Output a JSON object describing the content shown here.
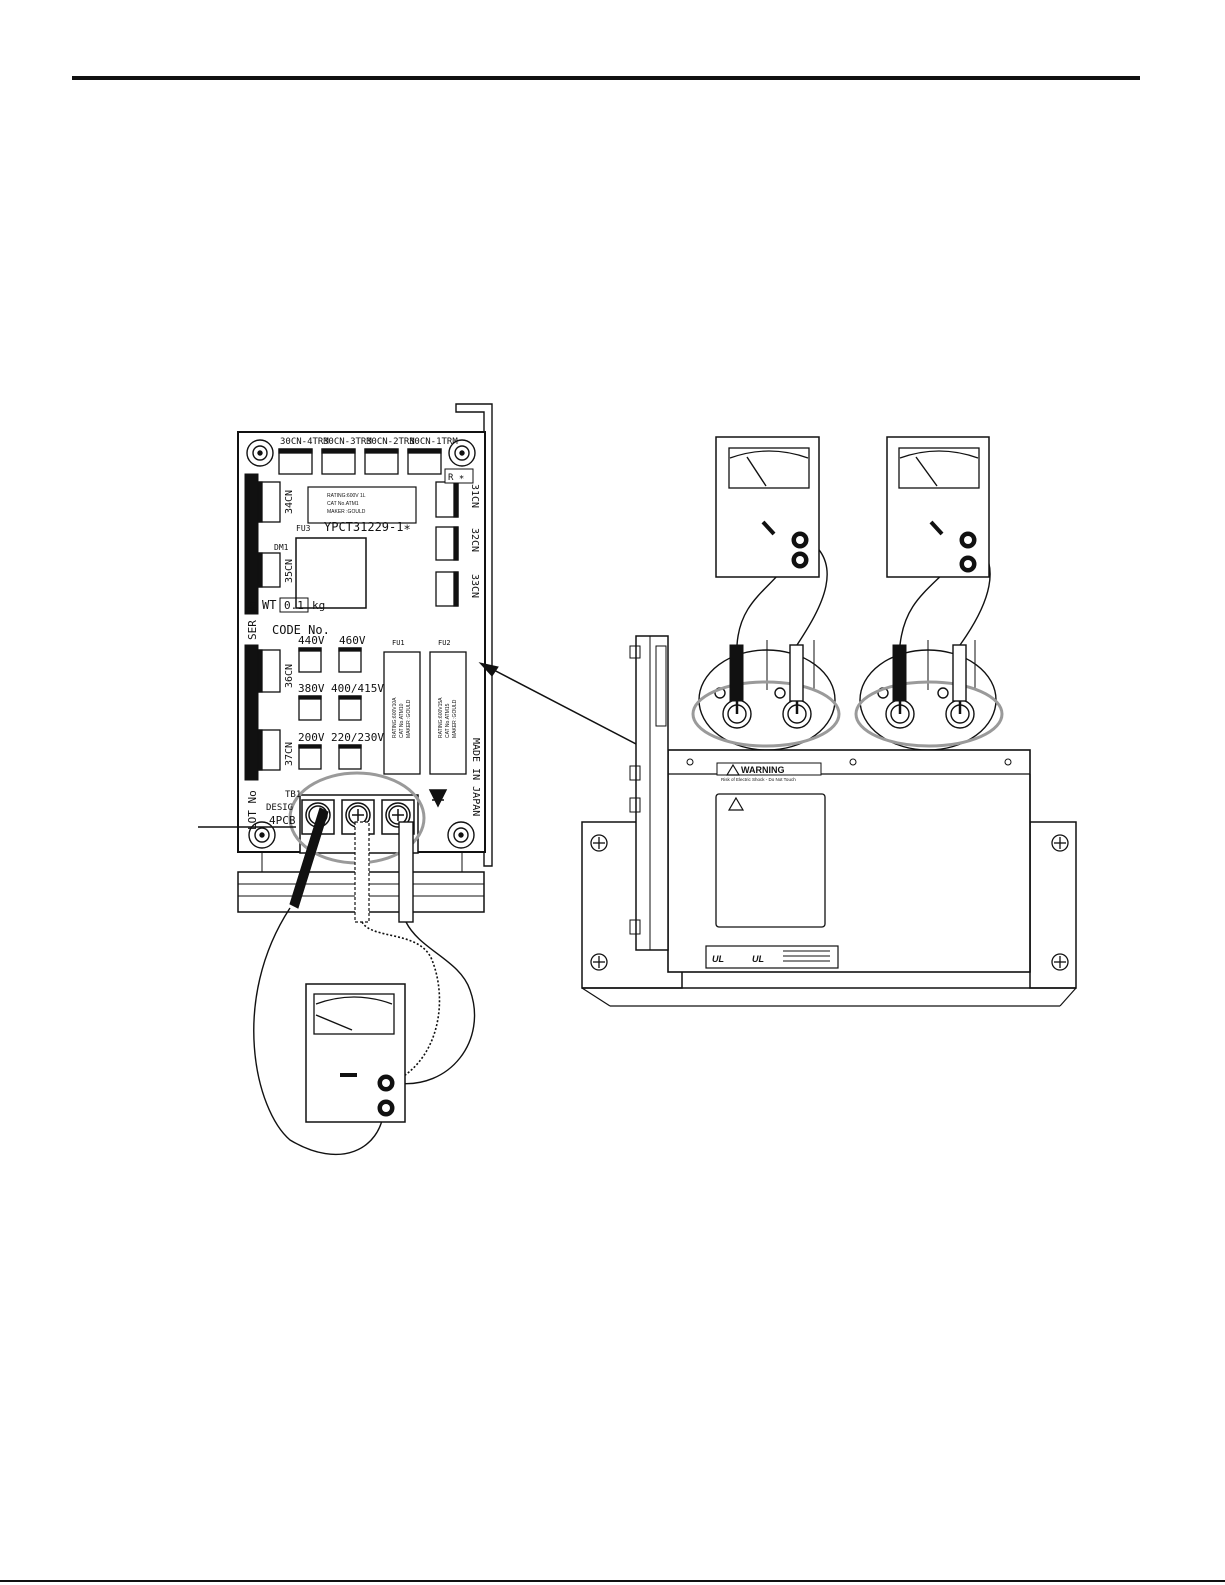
{
  "board": {
    "connectors_top": [
      "30CN-4TRM",
      "30CN-3TRM",
      "30CN-2TRN",
      "30CN-1TRM"
    ],
    "connectors_left": [
      "34CN",
      "35CN",
      "36CN",
      "37CN"
    ],
    "connectors_right": [
      "31CN",
      "32CN",
      "33CN"
    ],
    "ser_no": "SER No",
    "lot_no": "LOT No",
    "fu3": "FU3",
    "dm1": "DM1",
    "part_number": "YPCT31229-1∗",
    "wt_label": "WT",
    "wt_value": "0.1",
    "wt_unit": "kg",
    "code_no": "CODE No.",
    "voltages": [
      "440V",
      "460V",
      "380V",
      "400/415V",
      "200V",
      "220/230V"
    ],
    "fu1": "FU1",
    "fu2": "FU2",
    "fuse_top_rating": "RATING:600V 1L",
    "fuse_top_cat": "CAT No.ATM1",
    "fuse_top_maker": "MAKER :GOULD",
    "fuse_side_1": [
      "RATING:600V10A",
      "CAT No.ATM10",
      "MAKER :GOULD"
    ],
    "fuse_side_2": [
      "RATING:600V15A",
      "CAT No.ATM15",
      "MAKER :GOULD"
    ],
    "tb1": "TB1",
    "desig": "DESIG",
    "desig_value": "4PCB",
    "made_in": "MADE IN JAPAN",
    "corner_mark": "R ∗"
  },
  "capacitor": {
    "warning_title": "WARNING",
    "warning_subtitle": "Risk of Electric Shock - Do Not Touch",
    "ul_mark": "UL"
  },
  "icons": {
    "warning_triangle": "warning-triangle-icon",
    "multimeter": "multimeter-icon",
    "screw": "screw-icon"
  },
  "colors": {
    "line": "#111111",
    "highlight_ellipse": "#9a9a9a",
    "background": "#ffffff"
  }
}
